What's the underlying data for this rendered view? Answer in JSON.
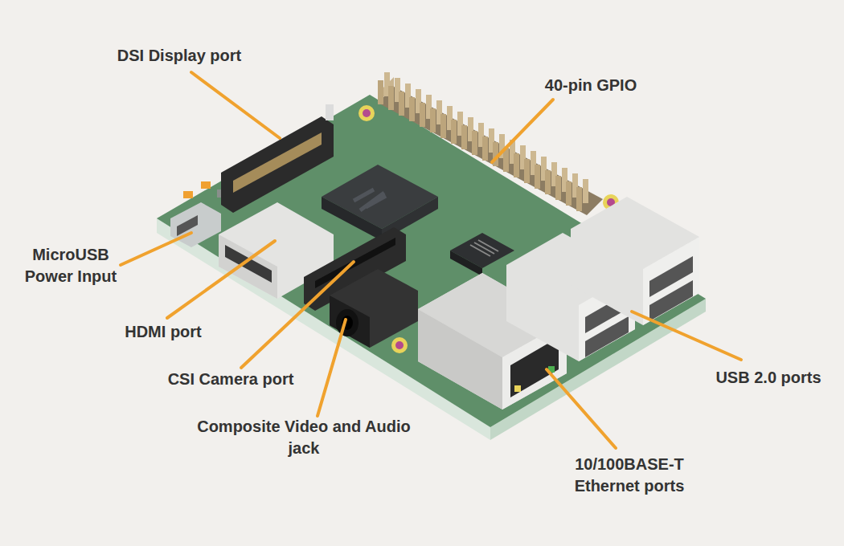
{
  "diagram": {
    "labels": [
      "DSI Display port",
      "40-pin GPIO",
      "MicroUSB Power Input",
      "HDMI port",
      "CSI Camera port",
      "Composite Video and Audio jack",
      "USB 2.0 ports",
      "10/100BASE-T Ethernet ports"
    ]
  }
}
